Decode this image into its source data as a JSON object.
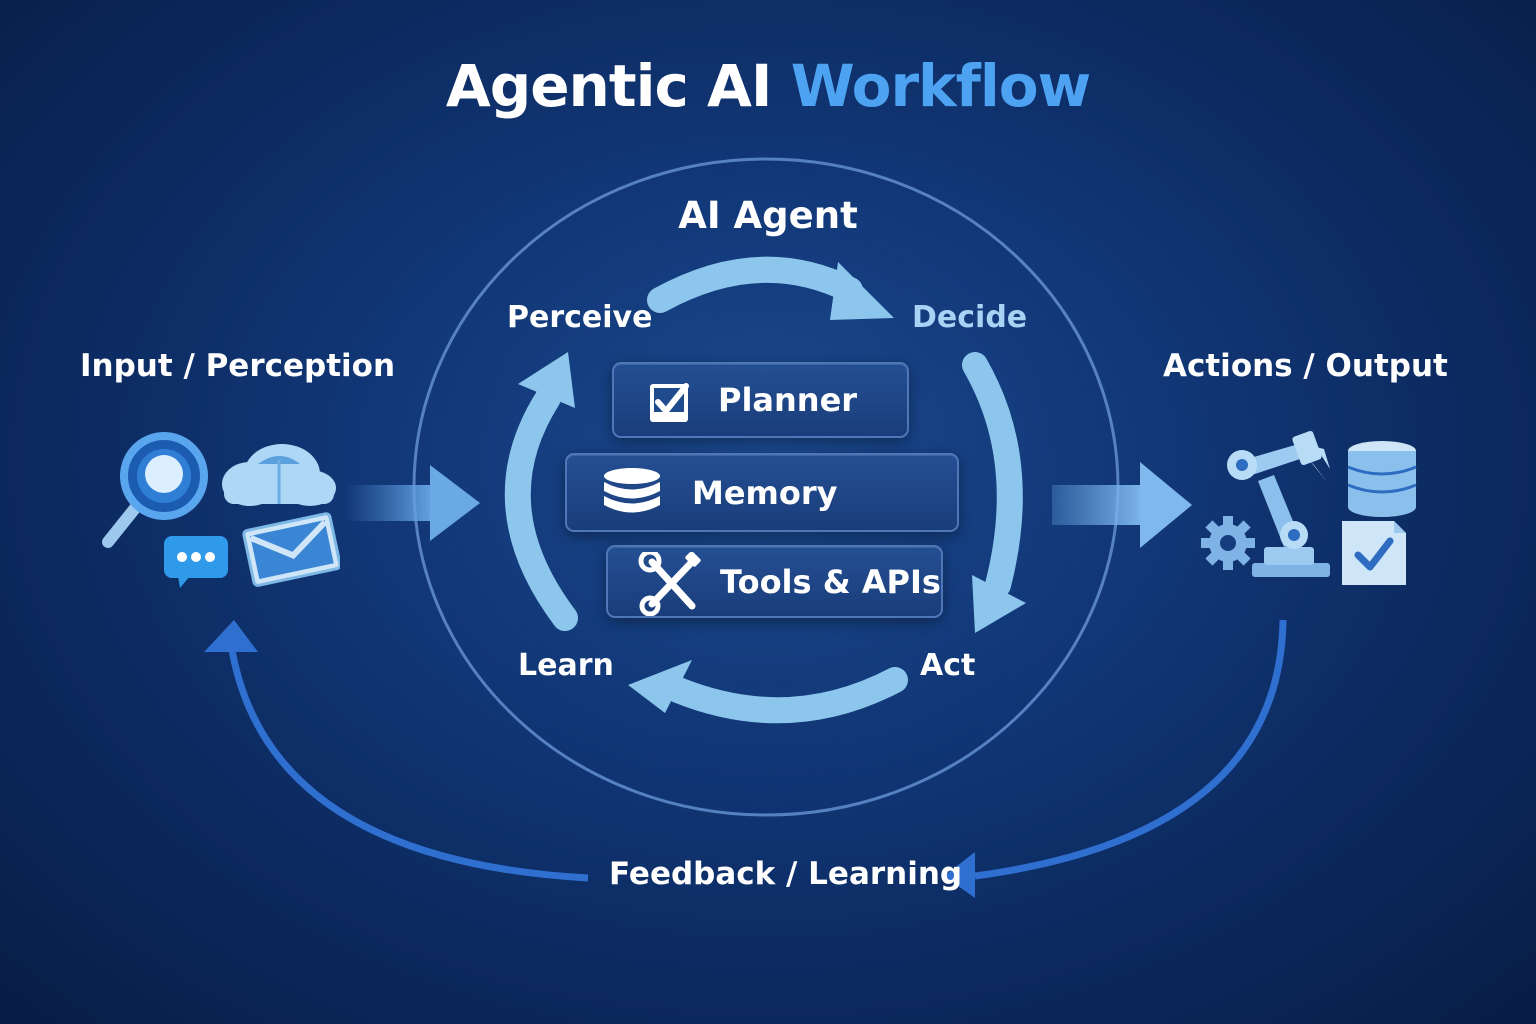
{
  "title": {
    "main": "Agentic AI",
    "accent": "Workflow"
  },
  "agent": {
    "title": "AI Agent",
    "stages": {
      "perceive": "Perceive",
      "decide": "Decide",
      "act": "Act",
      "learn": "Learn"
    },
    "components": [
      {
        "label": "Planner",
        "icon": "checklist-icon"
      },
      {
        "label": "Memory",
        "icon": "database-icon"
      },
      {
        "label": "Tools & APIs",
        "icon": "wrench-screwdriver-icon"
      }
    ]
  },
  "input": {
    "label": "Input / Perception",
    "icons": [
      "magnifier-icon",
      "cloud-icon",
      "chat-bubble-icon",
      "envelope-icon"
    ]
  },
  "output": {
    "label": "Actions / Output",
    "icons": [
      "robot-arm-icon",
      "gear-icon",
      "database-icon",
      "checked-document-icon"
    ]
  },
  "feedback": {
    "label": "Feedback / Learning"
  },
  "colors": {
    "background": "#0c2a60",
    "accent": "#4da3f2",
    "arrow_light": "#8cc6ec",
    "feedback_arrow": "#2f6fd0"
  }
}
